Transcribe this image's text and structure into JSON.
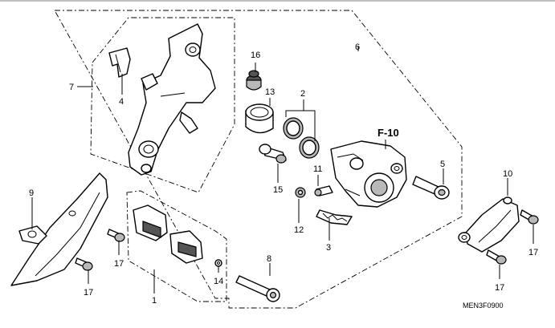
{
  "diagram_code": "MEN3F0900",
  "reference": "F-10",
  "callouts": {
    "c1": "1",
    "c2": "2",
    "c3": "3",
    "c4": "4",
    "c5": "5",
    "c6": "6",
    "c7": "7",
    "c8": "8",
    "c9": "9",
    "c10": "10",
    "c11": "11",
    "c12": "12",
    "c13": "13",
    "c14": "14",
    "c15": "15",
    "c16": "16",
    "c17a": "17",
    "c17b": "17",
    "c17c": "17",
    "c17d": "17"
  }
}
